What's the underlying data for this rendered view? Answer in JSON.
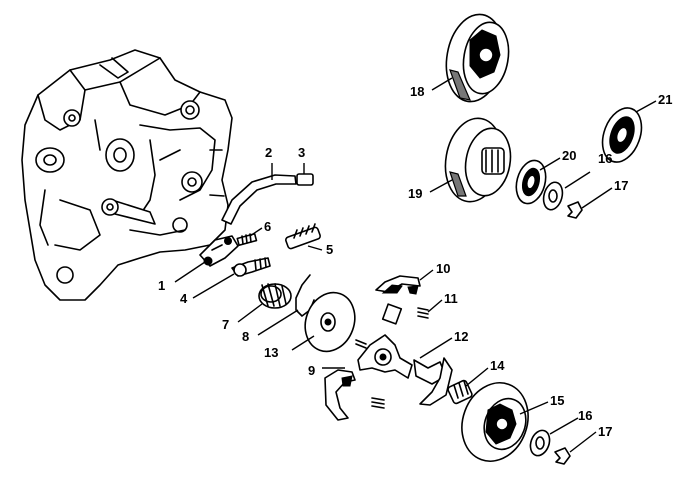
{
  "labels": [
    {
      "id": "1",
      "text": "1"
    },
    {
      "id": "2",
      "text": "2"
    },
    {
      "id": "3",
      "text": "3"
    },
    {
      "id": "4",
      "text": "4"
    },
    {
      "id": "5",
      "text": "5"
    },
    {
      "id": "6",
      "text": "6"
    },
    {
      "id": "7",
      "text": "7"
    },
    {
      "id": "8",
      "text": "8"
    },
    {
      "id": "9",
      "text": "9"
    },
    {
      "id": "10",
      "text": "10"
    },
    {
      "id": "11",
      "text": "11"
    },
    {
      "id": "12",
      "text": "12"
    },
    {
      "id": "13",
      "text": "13"
    },
    {
      "id": "14",
      "text": "14"
    },
    {
      "id": "15",
      "text": "15"
    },
    {
      "id": "16a",
      "text": "16"
    },
    {
      "id": "16b",
      "text": "16"
    },
    {
      "id": "17a",
      "text": "17"
    },
    {
      "id": "17b",
      "text": "17"
    },
    {
      "id": "18",
      "text": "18"
    },
    {
      "id": "19",
      "text": "19"
    },
    {
      "id": "20",
      "text": "20"
    },
    {
      "id": "21",
      "text": "21"
    }
  ]
}
